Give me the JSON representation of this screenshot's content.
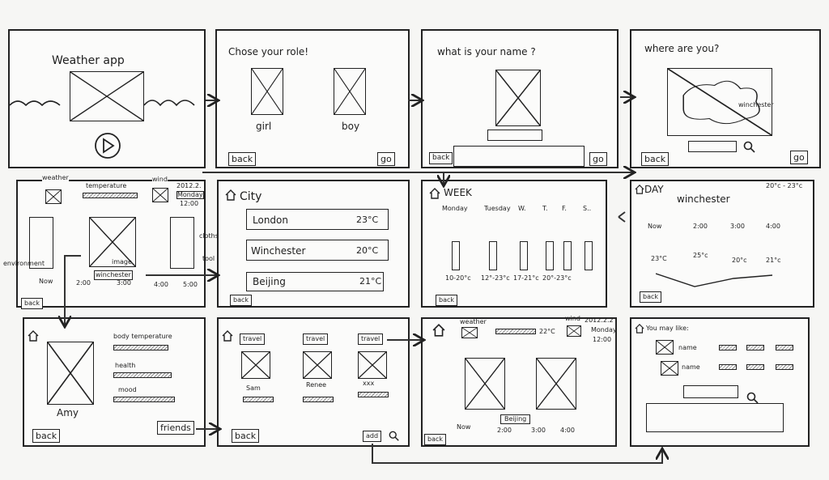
{
  "s1": {
    "title": "Weather  app"
  },
  "s2": {
    "title": "Chose your role!",
    "girl": "girl",
    "boy": "boy",
    "back": "back",
    "go": "go"
  },
  "s3": {
    "title": "what is your name ?",
    "back": "back",
    "go": "go"
  },
  "s4": {
    "title": "where are you?",
    "place": "winchester",
    "back": "back",
    "go": "go"
  },
  "s5": {
    "weather": "weather",
    "temperature": "temperature",
    "wind": "wind",
    "date": "2012.2.",
    "day": "Monday",
    "time": "12:00",
    "cloths": "cloths",
    "tool": "tool",
    "environment": "environment",
    "image": "image",
    "city": "winchester",
    "now": "Now",
    "t1": "2:00",
    "t2": "3:00",
    "t3": "4:00",
    "t4": "5:00",
    "back": "back"
  },
  "s6": {
    "title": "City",
    "cities": [
      {
        "name": "London",
        "temp": "23°C"
      },
      {
        "name": "Winchester",
        "temp": "20°C"
      },
      {
        "name": "Beijing",
        "temp": "21°C"
      }
    ],
    "back": "back"
  },
  "s7": {
    "title": "WEEK",
    "days": [
      "Monday",
      "Tuesday",
      "W.",
      "T.",
      "F.",
      "S.."
    ],
    "ranges": [
      "10-20°c",
      "12°-23°c",
      "17-21°c",
      "20°-23°c",
      "-",
      "-"
    ],
    "back": "back"
  },
  "s8": {
    "title": "DAY",
    "city": "winchester",
    "range": "20°c - 23°c",
    "times": [
      "Now",
      "2:00",
      "3:00",
      "4:00"
    ],
    "temps": [
      "23°C",
      "25°c",
      "20°c",
      "21°c"
    ],
    "back": "back"
  },
  "s9": {
    "body": "body temperature",
    "health": "health",
    "mood": "mood",
    "name": "Amy",
    "back": "back",
    "friends": "friends"
  },
  "s10": {
    "tag": "travel",
    "friends": [
      "Sam",
      "Renee",
      "xxx"
    ],
    "back": "back",
    "add": "add"
  },
  "s11": {
    "weather": "weather",
    "wind": "wind",
    "temp": "22°C",
    "date": "2012.2.2",
    "day": "Monday",
    "time": "12:00",
    "city": "Beijing",
    "now": "Now",
    "t1": "2:00",
    "t2": "3:00",
    "t3": "4:00",
    "back": "back"
  },
  "s12": {
    "title": "You may like:",
    "name": "name"
  }
}
